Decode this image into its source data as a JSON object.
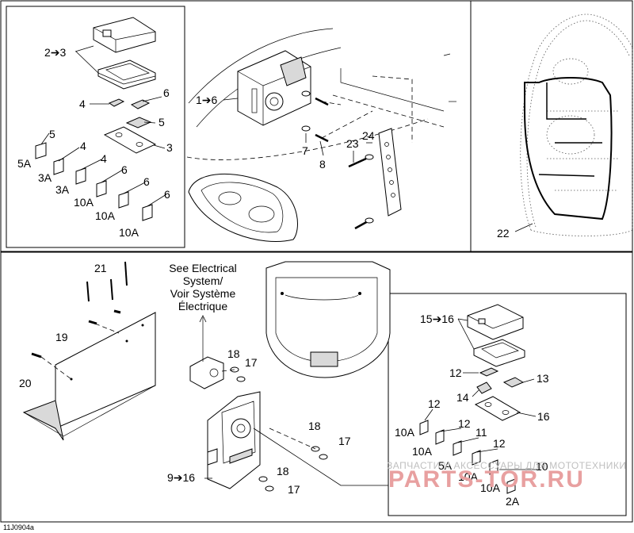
{
  "figure_code": "11J0904a",
  "callouts": {
    "a_2_3": "2➔3",
    "a_4": "4",
    "a_6a": "6",
    "a_5a": "5",
    "a_3": "3",
    "a_5b": "5",
    "a_4b": "4",
    "a_4c": "4",
    "a_6b": "6",
    "a_6c": "6",
    "a_6d": "6",
    "a_1_6": "1➔6",
    "a_7": "7",
    "a_8": "8",
    "a_23": "23",
    "a_24": "24",
    "a_22": "22",
    "b_21": "21",
    "b_19": "19",
    "b_20": "20",
    "b_18a": "18",
    "b_17a": "17",
    "b_18b": "18",
    "b_17b": "17",
    "b_18c": "18",
    "b_17c": "17",
    "b_9_16": "9➔16",
    "c_15_16": "15➔16",
    "c_12a": "12",
    "c_13": "13",
    "c_14": "14",
    "c_16": "16",
    "c_12b": "12",
    "c_12c": "12",
    "c_11": "11",
    "c_12d": "12",
    "c_10": "10"
  },
  "fuse_ratings": {
    "a_5A": "5A",
    "a_3A_1": "3A",
    "a_3A_2": "3A",
    "a_10A_1": "10A",
    "a_10A_2": "10A",
    "a_10A_3": "10A",
    "c_10A_1": "10A",
    "c_10A_2": "10A",
    "c_5A": "5A",
    "c_10A_3": "10A",
    "c_10A_4": "10A",
    "c_2A": "2A"
  },
  "reference_note": {
    "line1": "See Electrical",
    "line2": "System/",
    "line3": "Voir Système",
    "line4": "Électrique"
  },
  "watermark": {
    "text_line": "ЗАПЧАСТИ И АКСЕССУАРЫ ДЛЯ МОТОТЕХНИКИ",
    "logo_text": "PARTS-TOR.RU"
  }
}
